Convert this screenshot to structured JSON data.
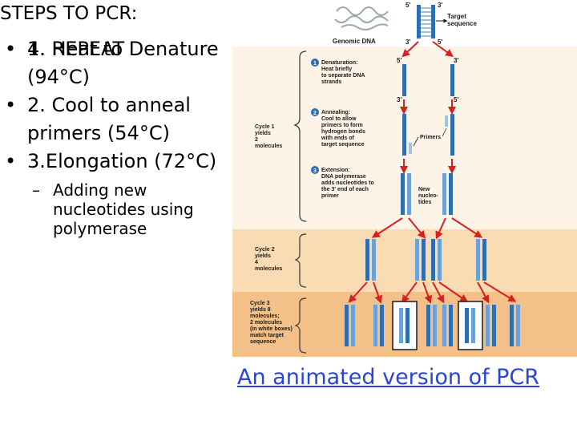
{
  "slide": {
    "title": "STEPS TO PCR:",
    "bullets": [
      {
        "text": "1. Heat to Denature (94°C)"
      },
      {
        "text": "2. Cool to anneal primers (54°C)"
      },
      {
        "text": "3.Elongation (72°C)",
        "sub": [
          "Adding new nucleotides using polymerase"
        ]
      },
      {
        "text": "4. REPEAT"
      }
    ],
    "link_text": "An animated version of PCR",
    "link_color": "#2a44d8"
  },
  "figure": {
    "label_genomic": "Genomic DNA",
    "label_target": "Target sequence",
    "strand_5": "5'",
    "strand_3": "3'",
    "step1_num": "1",
    "step1": "Denaturation: Heat briefly to separate DNA strands",
    "step2_num": "2",
    "step2": "Annealing: Cool to allow primers to form hydrogen bonds with ends of target sequence",
    "step3_num": "3",
    "step3": "Extension: DNA polymerase adds nucleotides to the 3' end of each primer",
    "label_primers": "Primers",
    "label_new": "New nucleo- tides",
    "cycle1": "Cycle 1 yields 2 molecules",
    "cycle2": "Cycle 2 yields 4 molecules",
    "cycle3": "Cycle 3 yields 8 molecules; 2 molecules (in white boxes) match target sequence",
    "colors": {
      "dna": "#2f6fae",
      "arrow": "#d32222",
      "band_mid": "#f9dbb4",
      "band_low": "#f3c08a",
      "step_badge": "#2c6db3"
    }
  }
}
